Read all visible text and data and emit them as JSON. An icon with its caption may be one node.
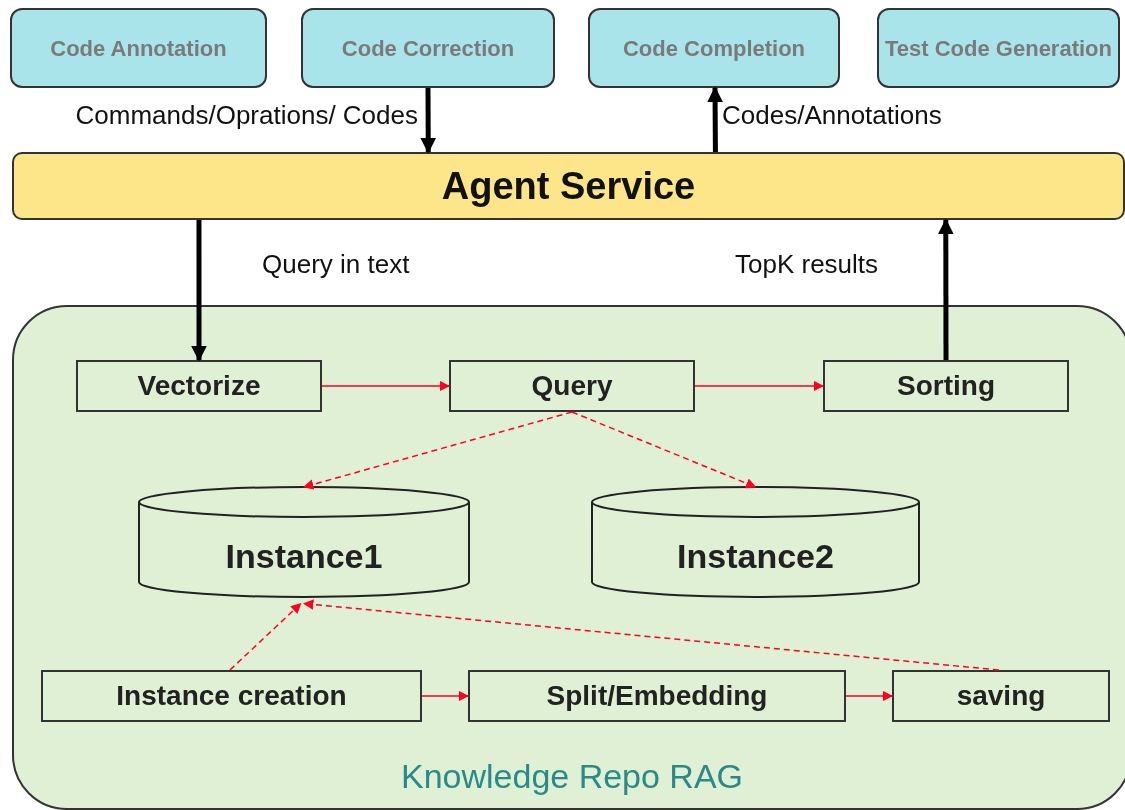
{
  "diagram": {
    "nodes": [
      {
        "text": [
          "Code Annotation"
        ]
      },
      {
        "text": [
          "Code Correction"
        ]
      },
      {
        "text": [
          "Code Completion"
        ]
      },
      {
        "text": [
          "Test Code Generation"
        ]
      },
      {
        "text": [
          "Agent Service"
        ]
      },
      {
        "text": [
          "Knowledge Repo RAG"
        ]
      },
      {
        "text": [
          "Vectorize"
        ],
        "in": 5
      },
      {
        "text": [
          "Query"
        ],
        "in": 5
      },
      {
        "text": [
          "Sorting"
        ],
        "in": 5
      },
      {
        "text": [
          "Instance1"
        ],
        "in": 5
      },
      {
        "text": [
          "Instance2"
        ],
        "in": 5
      },
      {
        "text": [
          "Instance creation"
        ],
        "in": 5
      },
      {
        "text": [
          "Split/Embedding"
        ],
        "in": 5
      },
      {
        "text": [
          "saving"
        ],
        "in": 5
      }
    ],
    "edges": [
      {
        "from": 1,
        "to": 4,
        "arrow": "to",
        "label": "Commands/Oprations/ Codes",
        "style": "thick",
        "color": "#000000"
      },
      {
        "from": 4,
        "to": 2,
        "arrow": "to",
        "label": "Codes/Annotations",
        "style": "thick",
        "color": "#000000"
      },
      {
        "from": 4,
        "to": 6,
        "arrow": "to",
        "label": "Query in text",
        "style": "thick",
        "color": "#000000"
      },
      {
        "from": 8,
        "to": 4,
        "arrow": "to",
        "label": "TopK results",
        "style": "thick",
        "color": "#000000"
      },
      {
        "from": 6,
        "to": 7,
        "arrow": "to"
      },
      {
        "from": 7,
        "to": 8,
        "arrow": "to"
      },
      {
        "from": 7,
        "to": 9,
        "arrow": "to",
        "style": "dashed"
      },
      {
        "from": 7,
        "to": 10,
        "arrow": "to",
        "style": "dashed"
      },
      {
        "from": 11,
        "to": 9,
        "arrow": "to",
        "style": "dashed"
      },
      {
        "from": 13,
        "to": 9,
        "arrow": "to",
        "style": "dashed"
      },
      {
        "from": 11,
        "to": 12,
        "arrow": "to"
      },
      {
        "from": 12,
        "to": 13,
        "arrow": "to"
      }
    ]
  }
}
